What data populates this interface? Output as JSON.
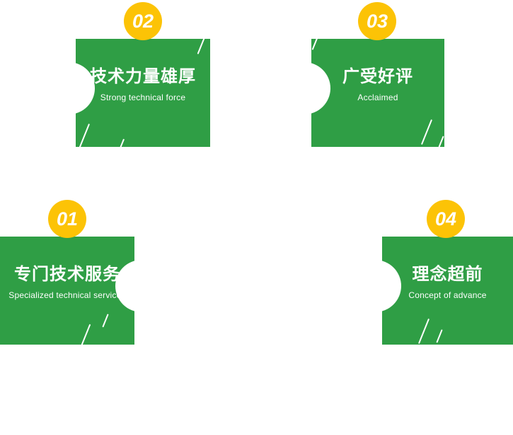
{
  "page": {
    "background": "#ffffff"
  },
  "colors": {
    "card_green": "#2f9e45",
    "badge_yellow": "#fcc306",
    "text_white": "#ffffff"
  },
  "cards": [
    {
      "number": "01",
      "title": "专门技术服务",
      "subtitle": "Specialized technical services"
    },
    {
      "number": "02",
      "title": "技术力量雄厚",
      "subtitle": "Strong technical force"
    },
    {
      "number": "03",
      "title": "广受好评",
      "subtitle": "Acclaimed"
    },
    {
      "number": "04",
      "title": "理念超前",
      "subtitle": "Concept of advance"
    }
  ]
}
